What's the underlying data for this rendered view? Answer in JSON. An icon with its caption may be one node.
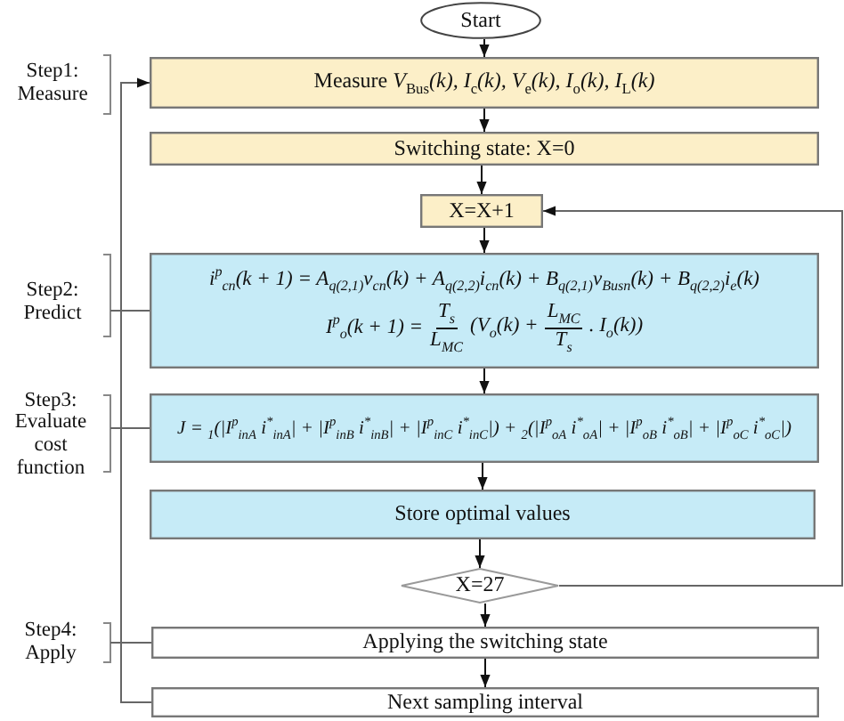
{
  "diagram": {
    "nodes": [
      {
        "text": [
          "Start"
        ]
      },
      {
        "text": [
          "Measure *V*$_{Bus}$*(k), I*$_{c}$*(k), V*$_{e}$*(k), I*$_{o}$*(k), I*$_{L}$*(k)*"
        ]
      },
      {
        "text": [
          "Switching state: X=0"
        ]
      },
      {
        "text": [
          "X=X+1"
        ]
      },
      {
        "text": [
          "i$^{p}$$_{cn}$(k + 1) = A$_{q(2,1)}$v$_{cn}$(k) + A$_{q(2,2)}$i$_{cn}$(k) + B$_{q(2,1)}$v$_{Busn}$(k) + B$_{q(2,2)}$i$_{e}$(k)",
          "I$^{p}$$_{o}$(k + 1) =",
          "T$_{s}$",
          "L$_{MC}$",
          "(V$_{o}$(k) +",
          "L$_{MC}$",
          "T$_{s}$",
          ". I$_{o}$(k))"
        ]
      },
      {
        "text": [
          "J =  $_{1}$(|I$^{p}$$_{inA}$   i$^{*}$$_{inA}$| + |I$^{p}$$_{inB}$   i$^{*}$$_{inB}$| + |I$^{p}$$_{inC}$   i$^{*}$$_{inC}$|) +  $_{2}$(|I$^{p}$$_{oA}$   i$^{*}$$_{oA}$| + |I$^{p}$$_{oB}$   i$^{*}$$_{oB}$| + |I$^{p}$$_{oC}$   i$^{*}$$_{oC}$|)"
        ]
      },
      {
        "text": [
          "Store optimal values"
        ]
      },
      {
        "text": [
          "X=27"
        ]
      },
      {
        "text": [
          "Applying the switching state"
        ]
      },
      {
        "text": [
          "Next sampling interval"
        ]
      },
      {
        "text": [
          "Step1: Measure"
        ]
      },
      {
        "text": [
          "Step2: Predict"
        ]
      },
      {
        "text": [
          "Step3: Evaluate cost function"
        ]
      },
      {
        "text": [
          "Step4: Apply"
        ]
      }
    ],
    "edges": [
      {
        "from": 0,
        "to": 1,
        "arrow": "to"
      },
      {
        "from": 1,
        "to": 2,
        "arrow": "to"
      },
      {
        "from": 2,
        "to": 3,
        "arrow": "to"
      },
      {
        "from": 3,
        "to": 4,
        "arrow": "to"
      },
      {
        "from": 4,
        "to": 5,
        "arrow": "to"
      },
      {
        "from": 5,
        "to": 6,
        "arrow": "to"
      },
      {
        "from": 6,
        "to": 7,
        "arrow": "to"
      },
      {
        "from": 7,
        "to": 8,
        "arrow": "to"
      },
      {
        "from": 8,
        "to": 9,
        "arrow": "to"
      },
      {
        "from": 7,
        "to": 3,
        "arrow": "to"
      },
      {
        "from": 9,
        "to": 1,
        "arrow": "to"
      },
      {
        "from": 11,
        "to": 4,
        "arrow": "none"
      },
      {
        "from": 12,
        "to": 5,
        "arrow": "none"
      },
      {
        "from": 13,
        "to": 8,
        "arrow": "none"
      }
    ]
  }
}
